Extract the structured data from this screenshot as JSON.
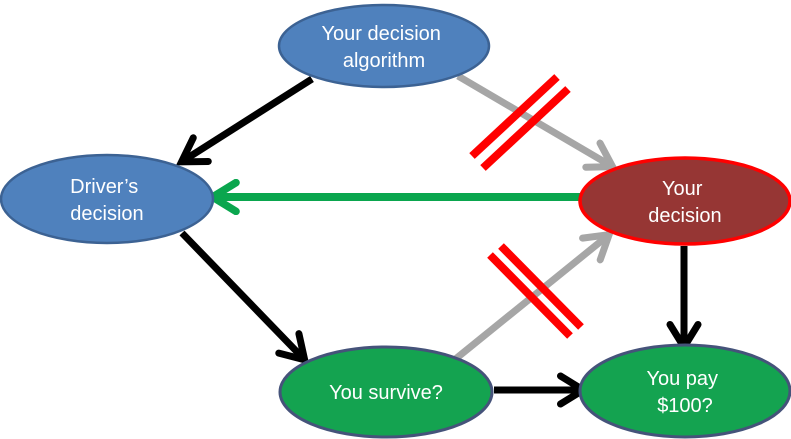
{
  "diagram": {
    "type": "causal-diagram",
    "background": "#ffffff",
    "nodes": [
      {
        "id": "your-decision-algorithm",
        "line1": "Your decision",
        "line2": "algorithm",
        "fill": "#4f81bd",
        "border": "#3c6293",
        "text_color": "#ffffff"
      },
      {
        "id": "drivers-decision",
        "line1": "Driver’s",
        "line2": "decision",
        "fill": "#4f81bd",
        "border": "#3c6293",
        "text_color": "#ffffff"
      },
      {
        "id": "your-decision",
        "line1": "Your",
        "line2": "decision",
        "fill": "#963634",
        "border": "#ff0000",
        "text_color": "#ffffff"
      },
      {
        "id": "you-survive",
        "line1": "You survive?",
        "fill": "#14a350",
        "border": "#45537a",
        "text_color": "#ffffff"
      },
      {
        "id": "you-pay-100",
        "line1": "You pay",
        "line2": "$100?",
        "fill": "#14a350",
        "border": "#45537a",
        "text_color": "#ffffff"
      }
    ],
    "edges": [
      {
        "from": "Your decision algorithm",
        "to": "Driver’s decision",
        "color_name": "black"
      },
      {
        "from": "Your decision algorithm",
        "to": "Your decision",
        "color_name": "gray",
        "marked": "red double-slash (severed)"
      },
      {
        "from": "Your decision",
        "to": "Driver’s decision",
        "color_name": "green"
      },
      {
        "from": "Driver’s decision",
        "to": "You survive?",
        "color_name": "black"
      },
      {
        "from": "You survive?",
        "to": "Your decision",
        "color_name": "gray",
        "marked": "red double-slash (severed)"
      },
      {
        "from": "You survive?",
        "to": "You pay $100?",
        "color_name": "black"
      },
      {
        "from": "Your decision",
        "to": "You pay $100?",
        "color_name": "black"
      }
    ],
    "colors": {
      "black": "#000000",
      "gray": "#a6a6a6",
      "green": "#0aa64e",
      "slash_red": "#ff0000"
    }
  }
}
